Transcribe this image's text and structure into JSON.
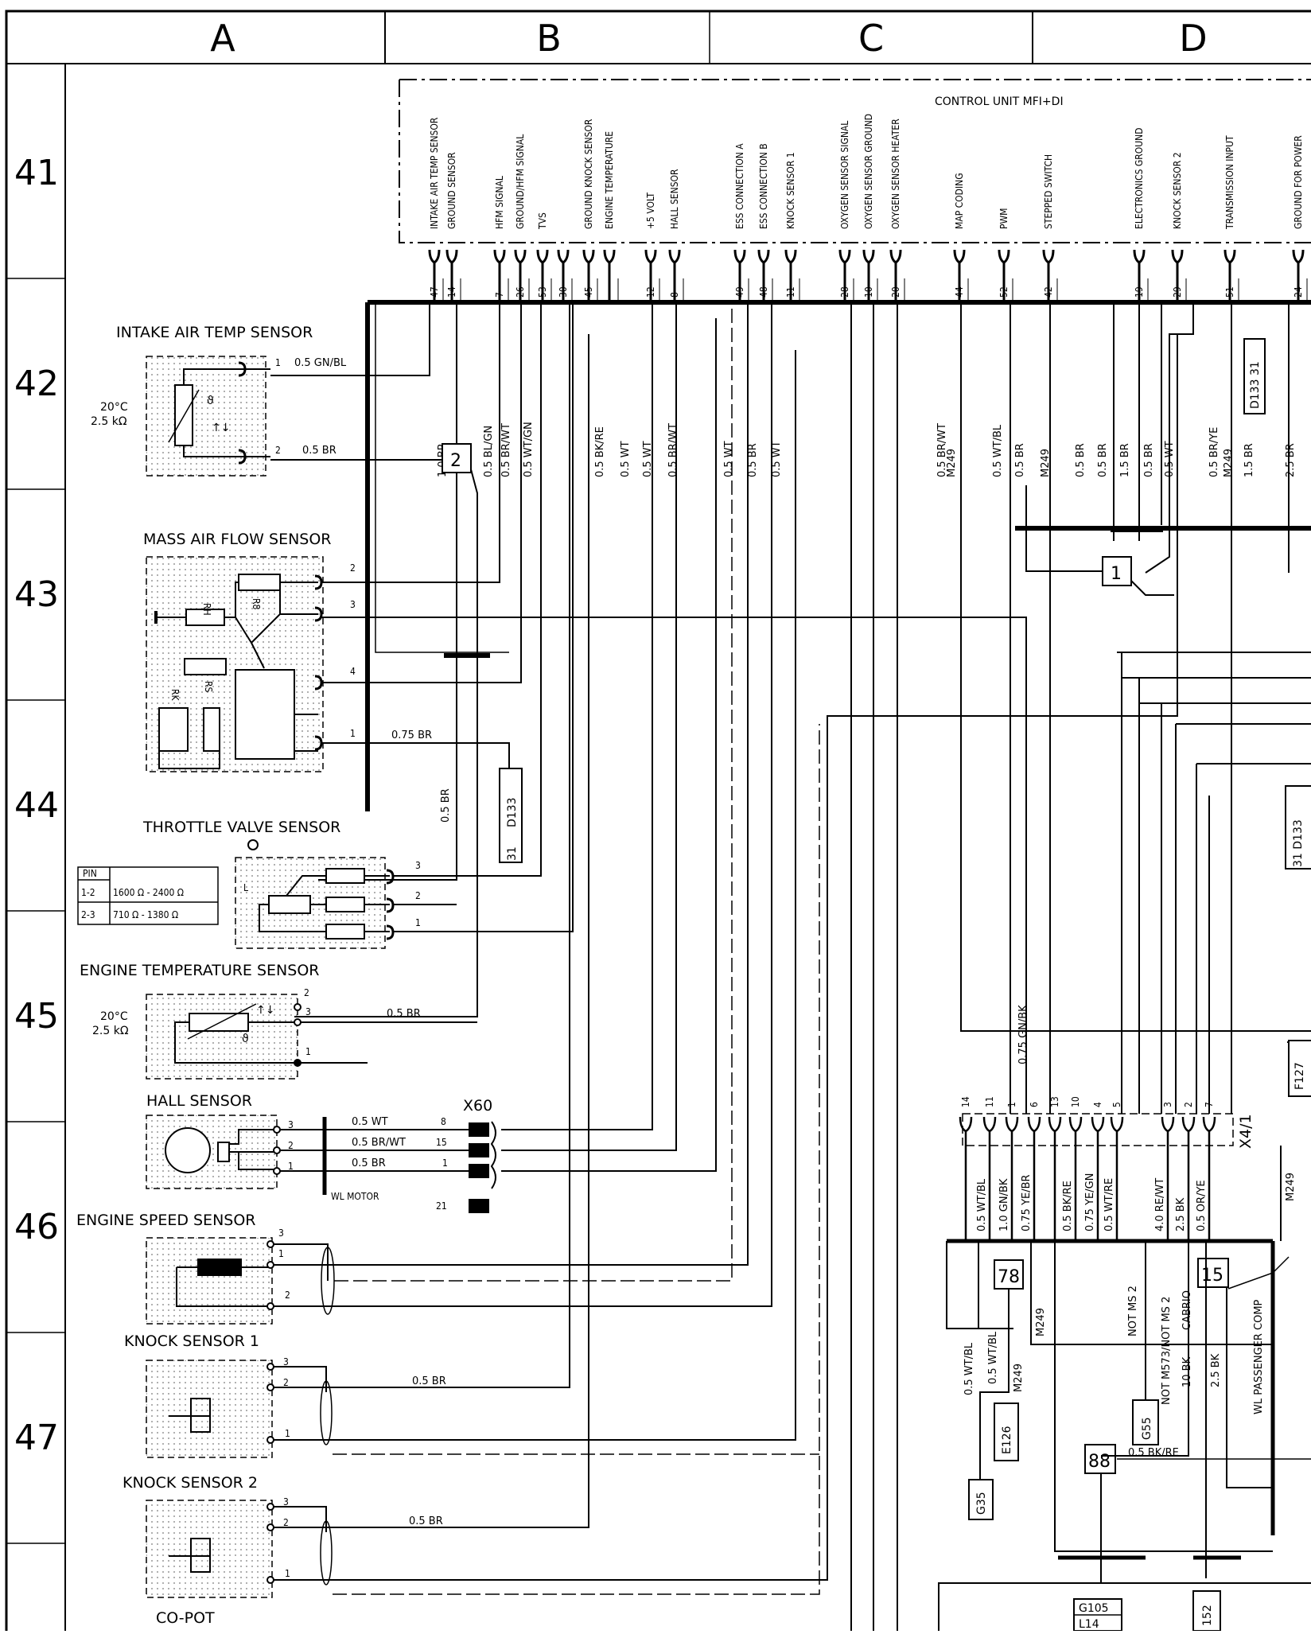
{
  "columns": [
    "A",
    "B",
    "C",
    "D"
  ],
  "rows": [
    "41",
    "42",
    "43",
    "44",
    "45",
    "46",
    "47"
  ],
  "control_unit": {
    "title": "CONTROL UNIT MFI+DI",
    "pins": [
      {
        "name": "INTAKE AIR TEMP SENSOR",
        "pin": "47"
      },
      {
        "name": "GROUND SENSOR",
        "pin": "14"
      },
      {
        "name": "HFM SIGNAL",
        "pin": "7"
      },
      {
        "name": "GROUND/HFM SIGNAL",
        "pin": "26"
      },
      {
        "name": "TVS",
        "pin": "53"
      },
      {
        "name": "",
        "pin": "30"
      },
      {
        "name": "GROUND KNOCK SENSOR",
        "pin": "45"
      },
      {
        "name": "ENGINE TEMPERATURE",
        "pin": ""
      },
      {
        "name": "+5 VOLT",
        "pin": "12"
      },
      {
        "name": "HALL SENSOR",
        "pin": "8"
      },
      {
        "name": "ESS CONNECTION A",
        "pin": "49"
      },
      {
        "name": "ESS CONNECTION B",
        "pin": "48"
      },
      {
        "name": "KNOCK SENSOR 1",
        "pin": "11"
      },
      {
        "name": "OXYGEN SENSOR SIGNAL",
        "pin": "28"
      },
      {
        "name": "OXYGEN SENSOR GROUND",
        "pin": "10"
      },
      {
        "name": "OXYGEN SENSOR HEATER",
        "pin": "20"
      },
      {
        "name": "MAP CODING",
        "pin": "44"
      },
      {
        "name": "PWM",
        "pin": "52"
      },
      {
        "name": "STEPPED SWITCH",
        "pin": "42"
      },
      {
        "name": "ELECTRONICS GROUND",
        "pin": "19"
      },
      {
        "name": "KNOCK SENSOR 2",
        "pin": "29"
      },
      {
        "name": "TRANSMISSION INPUT",
        "pin": "51"
      },
      {
        "name": "GROUND FOR POWER",
        "pin": "24"
      }
    ]
  },
  "components": {
    "intake_air_temp": {
      "title": "INTAKE AIR TEMP SENSOR",
      "spec": [
        "20°C",
        "2.5 kΩ"
      ],
      "pins": [
        "1",
        "2"
      ],
      "wires": [
        "0.5 GN/BL",
        "0.5 BR"
      ]
    },
    "maf": {
      "title": "MASS AIR FLOW SENSOR",
      "pins": [
        "2",
        "3",
        "4",
        "1"
      ],
      "wires": [
        "0.75 BR"
      ],
      "resistors": [
        "RH",
        "RK",
        "RS",
        "R8"
      ]
    },
    "throttle": {
      "title": "THROTTLE VALVE SENSOR",
      "pins": [
        "3",
        "2",
        "1"
      ],
      "table_head": "PIN",
      "table": [
        [
          "1-2",
          "1600 Ω - 2400 Ω"
        ],
        [
          "2-3",
          "710 Ω - 1380 Ω"
        ]
      ]
    },
    "engine_temp": {
      "title": "ENGINE TEMPERATURE SENSOR",
      "spec": [
        "20°C",
        "2.5 kΩ"
      ],
      "pins": [
        "2",
        "3",
        "1"
      ],
      "wire": "0.5 BR"
    },
    "hall": {
      "title": "HALL SENSOR",
      "pins": [
        "3",
        "2",
        "1"
      ],
      "wires": [
        "0.5 WT",
        "0.5 BR/WT",
        "0.5 BR"
      ],
      "connector": "X60",
      "conn_pins": [
        "8",
        "15",
        "1",
        "21"
      ],
      "shield": "WL MOTOR"
    },
    "engine_speed": {
      "title": "ENGINE SPEED SENSOR",
      "pins": [
        "3",
        "1",
        "2"
      ]
    },
    "knock1": {
      "title": "KNOCK SENSOR 1",
      "pins": [
        "3",
        "2",
        "1"
      ],
      "wire": "0.5 BR"
    },
    "knock2": {
      "title": "KNOCK SENSOR 2",
      "pins": [
        "3",
        "2",
        "1"
      ],
      "wire": "0.5 BR"
    },
    "co_pot": {
      "title": "CO-POT"
    }
  },
  "bus_wires": [
    "1.0 BR",
    "0.5 BL/GN",
    "0.5 BR/WT",
    "0.5 WT/GN",
    "0.5 BK/RE",
    "0.5 WT",
    "0.5 WT",
    "0.5 BR/WT",
    "0.5 WT",
    "0.5 BR",
    "0.5 WT",
    "0.5 BR/WT",
    "M249",
    "0.5 WT/BL",
    "0.5 BR",
    "M249",
    "0.5 BR",
    "0.5 BR",
    "1.5 BR",
    "0.5 BR",
    "0.5 WT",
    "0.5 BR/YE",
    "M249",
    "1.5 BR",
    "2.5 BR"
  ],
  "misc_labels": {
    "splice_2": "2",
    "splice_1": "1",
    "wire_05br_b": "0.5 BR",
    "d133": "D133",
    "d133_31": "31",
    "d133_right": "D133 31",
    "d133_edge": "31 D133",
    "gnbk": "0.75 GN/BK",
    "f127": "F127"
  },
  "x4": {
    "name": "X4/1",
    "pins": [
      "14",
      "11",
      "1",
      "6",
      "13",
      "10",
      "4",
      "5",
      "3",
      "2",
      "7"
    ],
    "wires": [
      "0.5 WT/BL",
      "1.0 GN/BK",
      "0.75 YE/BR",
      "0.5 BK/RE",
      "0.75 YE/GN",
      "0.5 WT/RE",
      "4.0 RE/WT",
      "2.5 BK",
      "0.5 OR/YE"
    ],
    "m249": "M249"
  },
  "lower_right": {
    "box78": "78",
    "box15": "15",
    "box88": "88",
    "wt_bl_1": "0.5 WT/BL",
    "wt_bl_2": "0.5 WT/BL",
    "m249_a": "M249",
    "m249_b": "M249",
    "not_ms2": "NOT MS 2",
    "not_ms73": "NOT M573/NOT MS 2",
    "cabrio": "CABRIO",
    "bk10": "10 BK",
    "bk25": "2.5 BK",
    "wl_pass": "WL PASSENGER COMP",
    "g55": "G55",
    "e126": "E126",
    "g35": "G35",
    "bkre": "0.5 BK/RE",
    "g105": "G105",
    "l14": "L14",
    "n152": "152"
  }
}
